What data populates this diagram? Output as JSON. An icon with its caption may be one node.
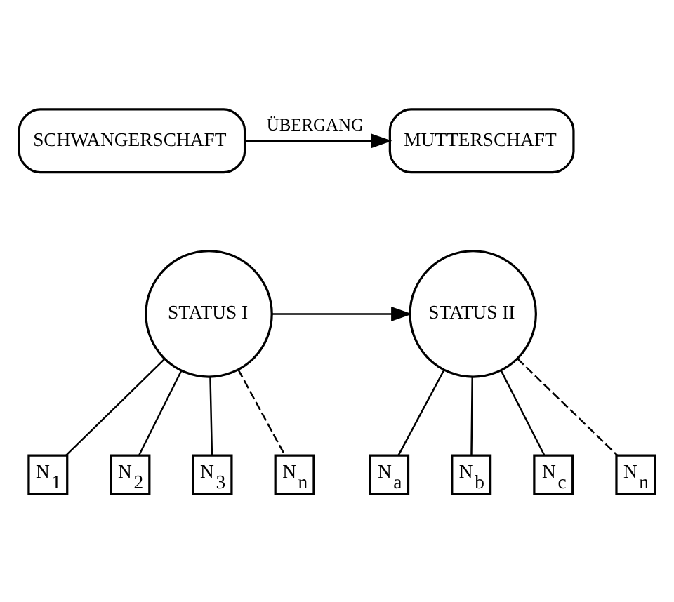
{
  "diagram": {
    "nodes": [
      {
        "text": [
          "SCHWANGERSCHAFT"
        ]
      },
      {
        "text": [
          "MUTTERSCHAFT"
        ]
      },
      {
        "text": [
          "STATUS I"
        ]
      },
      {
        "text": [
          "STATUS II"
        ]
      },
      {
        "text": [
          "N$_{1}$"
        ]
      },
      {
        "text": [
          "N$_{2}$"
        ]
      },
      {
        "text": [
          "N$_{3}$"
        ]
      },
      {
        "text": [
          "N$_{n}$"
        ]
      },
      {
        "text": [
          "N$_{a}$"
        ]
      },
      {
        "text": [
          "N$_{b}$"
        ]
      },
      {
        "text": [
          "N$_{c}$"
        ]
      },
      {
        "text": [
          "N$_{n}$"
        ]
      }
    ],
    "edges": [
      {
        "from": 0,
        "to": 1,
        "arrow": "to",
        "label": "ÜBERGANG"
      },
      {
        "from": 2,
        "to": 3,
        "arrow": "to"
      },
      {
        "from": 2,
        "to": 4,
        "arrow": "none"
      },
      {
        "from": 2,
        "to": 5,
        "arrow": "none"
      },
      {
        "from": 2,
        "to": 6,
        "arrow": "none"
      },
      {
        "from": 2,
        "to": 7,
        "arrow": "none",
        "style": "dashed"
      },
      {
        "from": 3,
        "to": 8,
        "arrow": "none"
      },
      {
        "from": 3,
        "to": 9,
        "arrow": "none"
      },
      {
        "from": 3,
        "to": 10,
        "arrow": "none"
      },
      {
        "from": 3,
        "to": 11,
        "arrow": "none",
        "style": "dashed"
      }
    ]
  }
}
